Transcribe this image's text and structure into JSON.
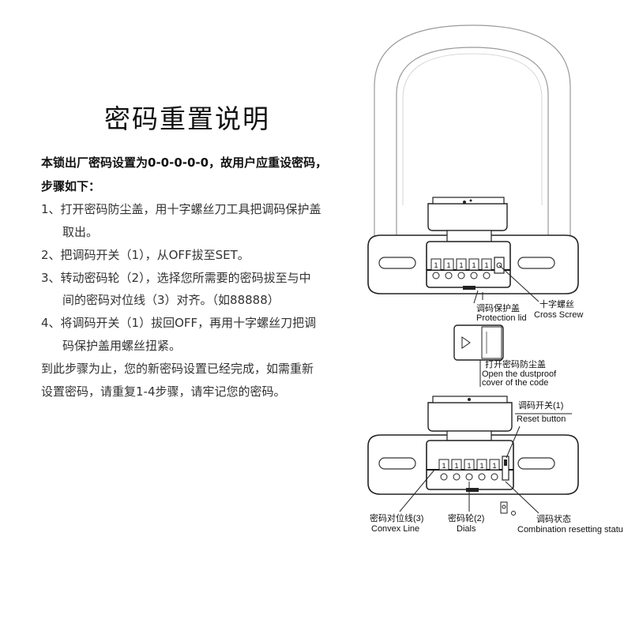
{
  "title": "密码重置说明",
  "intro_line1": "本锁出厂密码设置为0-0-0-0-0，故用户应重设密码，",
  "intro_line2": "步骤如下：",
  "step1_line1": "1、打开密码防尘盖，用十字螺丝刀工具把调码保护盖",
  "step1_line2": "取出。",
  "step2_line1": "2、把调码开关（1），从OFF拔至SET。",
  "step3_line1": "3、转动密码轮（2），选择您所需要的密码拔至与中",
  "step3_line2": "间的密码对位线（3）对齐。（如88888）",
  "step4_line1": "4、将调码开关（1）拔回OFF，再用十字螺丝刀把调",
  "step4_line2": "码保护盖用螺丝扭紧。",
  "outro_line1": "到此步骤为止，您的新密码设置已经完成，如需重新",
  "outro_line2": "设置密码，请重复1-4步骤，请牢记您的密码。",
  "labels": {
    "protection_cn": "调码保护盖",
    "protection_en": "Protection lid",
    "screw_cn": "十字螺丝",
    "screw_en": "Cross Screw",
    "dustproof_cn": "打开密码防尘盖",
    "dustproof_en1": "Open the dustproof",
    "dustproof_en2": "cover of the code",
    "reset_cn": "调码开关(1)",
    "reset_en": "Reset button",
    "convex_cn": "密码对位线(3)",
    "convex_en": "Convex Line",
    "dials_cn": "密码轮(2)",
    "dials_en": "Dials",
    "state_cn": "调码状态",
    "state_en": "Combination resetting statu"
  },
  "dial_digits": [
    "1",
    "1",
    "1",
    "1",
    "1"
  ]
}
